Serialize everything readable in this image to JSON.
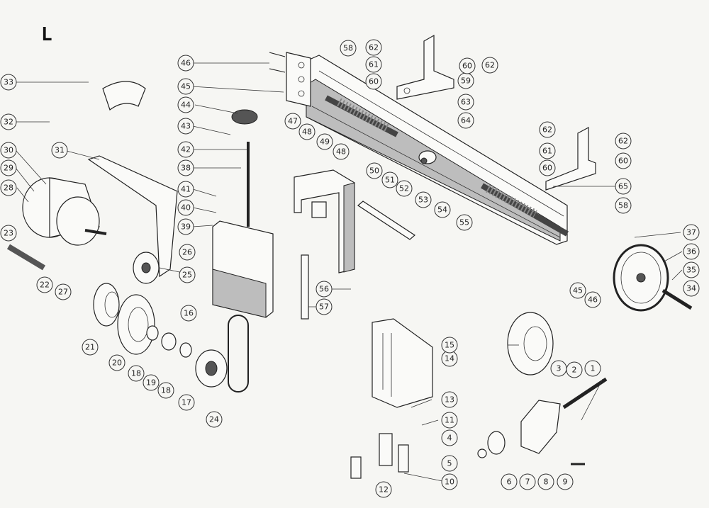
{
  "plate_label": "L",
  "callouts": [
    {
      "id": "1",
      "label": "1"
    },
    {
      "id": "2",
      "label": "2"
    },
    {
      "id": "3",
      "label": "3"
    },
    {
      "id": "4",
      "label": "4"
    },
    {
      "id": "5",
      "label": "5"
    },
    {
      "id": "6",
      "label": "6"
    },
    {
      "id": "7",
      "label": "7"
    },
    {
      "id": "8",
      "label": "8"
    },
    {
      "id": "9",
      "label": "9"
    },
    {
      "id": "10",
      "label": "10"
    },
    {
      "id": "11",
      "label": "11"
    },
    {
      "id": "12",
      "label": "12"
    },
    {
      "id": "13",
      "label": "13"
    },
    {
      "id": "14",
      "label": "14"
    },
    {
      "id": "15",
      "label": "15"
    },
    {
      "id": "16",
      "label": "16"
    },
    {
      "id": "17",
      "label": "17"
    },
    {
      "id": "18a",
      "label": "18"
    },
    {
      "id": "18b",
      "label": "18"
    },
    {
      "id": "19",
      "label": "19"
    },
    {
      "id": "20",
      "label": "20"
    },
    {
      "id": "21",
      "label": "21"
    },
    {
      "id": "22",
      "label": "22"
    },
    {
      "id": "23",
      "label": "23"
    },
    {
      "id": "24",
      "label": "24"
    },
    {
      "id": "25",
      "label": "25"
    },
    {
      "id": "26",
      "label": "26"
    },
    {
      "id": "27",
      "label": "27"
    },
    {
      "id": "28",
      "label": "28"
    },
    {
      "id": "29",
      "label": "29"
    },
    {
      "id": "30",
      "label": "30"
    },
    {
      "id": "31",
      "label": "31"
    },
    {
      "id": "32",
      "label": "32"
    },
    {
      "id": "33",
      "label": "33"
    },
    {
      "id": "34",
      "label": "34"
    },
    {
      "id": "35",
      "label": "35"
    },
    {
      "id": "36",
      "label": "36"
    },
    {
      "id": "37",
      "label": "37"
    },
    {
      "id": "38",
      "label": "38"
    },
    {
      "id": "39",
      "label": "39"
    },
    {
      "id": "40",
      "label": "40"
    },
    {
      "id": "41",
      "label": "41"
    },
    {
      "id": "42",
      "label": "42"
    },
    {
      "id": "43",
      "label": "43"
    },
    {
      "id": "44",
      "label": "44"
    },
    {
      "id": "45a",
      "label": "45"
    },
    {
      "id": "45b",
      "label": "45"
    },
    {
      "id": "46a",
      "label": "46"
    },
    {
      "id": "46b",
      "label": "46"
    },
    {
      "id": "47",
      "label": "47"
    },
    {
      "id": "48a",
      "label": "48"
    },
    {
      "id": "48b",
      "label": "48"
    },
    {
      "id": "49",
      "label": "49"
    },
    {
      "id": "50",
      "label": "50"
    },
    {
      "id": "51",
      "label": "51"
    },
    {
      "id": "52",
      "label": "52"
    },
    {
      "id": "53",
      "label": "53"
    },
    {
      "id": "54",
      "label": "54"
    },
    {
      "id": "55",
      "label": "55"
    },
    {
      "id": "56",
      "label": "56"
    },
    {
      "id": "57",
      "label": "57"
    },
    {
      "id": "58a",
      "label": "58"
    },
    {
      "id": "58b",
      "label": "58"
    },
    {
      "id": "59",
      "label": "59"
    },
    {
      "id": "60a",
      "label": "60"
    },
    {
      "id": "60b",
      "label": "60"
    },
    {
      "id": "60c",
      "label": "60"
    },
    {
      "id": "60d",
      "label": "60"
    },
    {
      "id": "61a",
      "label": "61"
    },
    {
      "id": "61b",
      "label": "61"
    },
    {
      "id": "62a",
      "label": "62"
    },
    {
      "id": "62b",
      "label": "62"
    },
    {
      "id": "62c",
      "label": "62"
    },
    {
      "id": "62d",
      "label": "62"
    },
    {
      "id": "63",
      "label": "63"
    },
    {
      "id": "64",
      "label": "64"
    },
    {
      "id": "65",
      "label": "65"
    }
  ]
}
